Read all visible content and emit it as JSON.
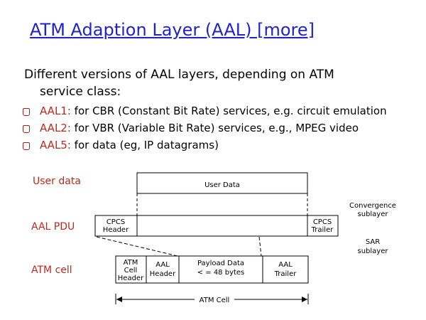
{
  "title": "ATM Adaption Layer (AAL) [more]",
  "intro": {
    "line1": "Different versions of AAL layers, depending on ATM",
    "line2": "service class:"
  },
  "bullets": [
    {
      "key": "AAL1:",
      "text": " for CBR (Constant Bit Rate) services, e.g. circuit emulation"
    },
    {
      "key": "AAL2:",
      "text": " for VBR (Variable Bit Rate) services, e.g., MPEG video"
    },
    {
      "key": "AAL5:",
      "text": " for data (eg, IP datagrams)"
    }
  ],
  "diagram": {
    "row_labels": {
      "user_data": "User data",
      "aal_pdu": "AAL PDU",
      "atm_cell": "ATM cell"
    },
    "user_data_box": "User Data",
    "cpcs_header": [
      "CPCS",
      "Header"
    ],
    "cpcs_trailer": [
      "CPCS",
      "Trailer"
    ],
    "atm_cell_header": [
      "ATM",
      "Cell",
      "Header"
    ],
    "aal_header": [
      "AAL",
      "Header"
    ],
    "payload": [
      "Payload Data",
      "< = 48 bytes"
    ],
    "aal_trailer": [
      "AAL",
      "Trailer"
    ],
    "atm_cell_span": "ATM Cell",
    "convergence": [
      "Convergence",
      "sublayer"
    ],
    "sar": [
      "SAR",
      "sublayer"
    ]
  },
  "colors": {
    "title": "#2222cc",
    "accent": "#c0281c"
  }
}
